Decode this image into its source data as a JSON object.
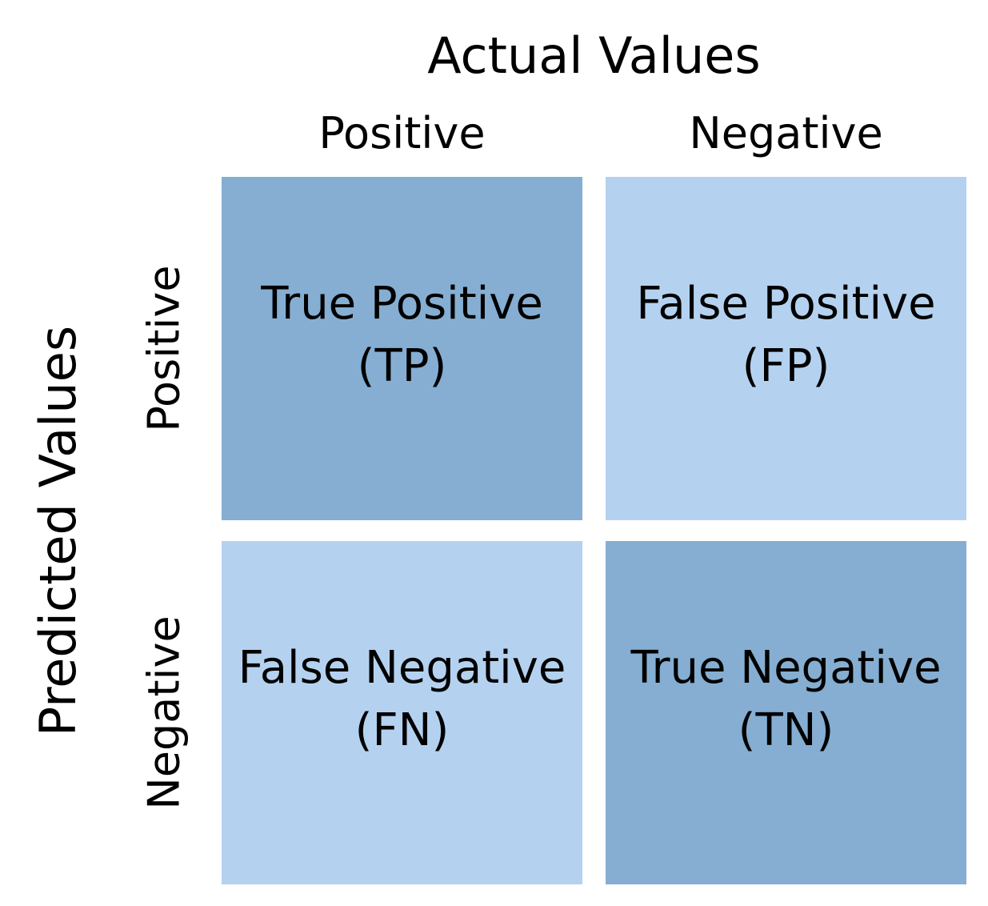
{
  "actual_title": "Actual Values",
  "predicted_title": "Predicted Values",
  "columns": [
    "Positive",
    "Negative"
  ],
  "rows": [
    "Positive",
    "Negative"
  ],
  "cells": {
    "tp": {
      "label": "True Positive",
      "abbr": "(TP)"
    },
    "fp": {
      "label": "False Positive",
      "abbr": "(FP)"
    },
    "fn": {
      "label": "False Negative",
      "abbr": "(FN)"
    },
    "tn": {
      "label": "True Negative",
      "abbr": "(TN)"
    }
  },
  "colors": {
    "diagonal": "#85aed2",
    "off_diagonal": "#b4d2ef",
    "text": "#000000",
    "background": "#ffffff"
  }
}
